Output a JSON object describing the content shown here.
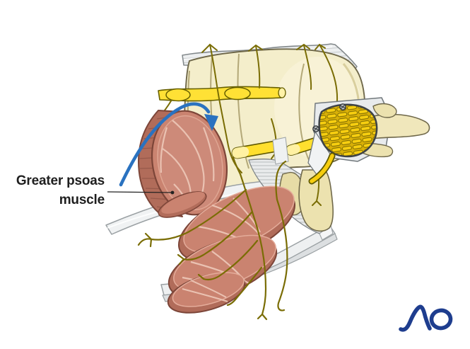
{
  "figure": {
    "label": {
      "line1": "Greater psoas",
      "line2": "muscle"
    },
    "logo": {
      "text": "AO"
    },
    "colors": {
      "arrow_blue": "#2a72c0",
      "logo_blue": "#1e3d8e",
      "bone_cream": "#f4eecb",
      "bone_outline": "#6f684a",
      "nerve_yellow": "#ffe135",
      "nerve_olive": "#7a6d05",
      "muscle_face": "#ca8370",
      "muscle_wall": "#b16c5a",
      "retractor_gray": "#eff1f2",
      "label_text": "#1f1f1f",
      "background": "#ffffff"
    }
  }
}
